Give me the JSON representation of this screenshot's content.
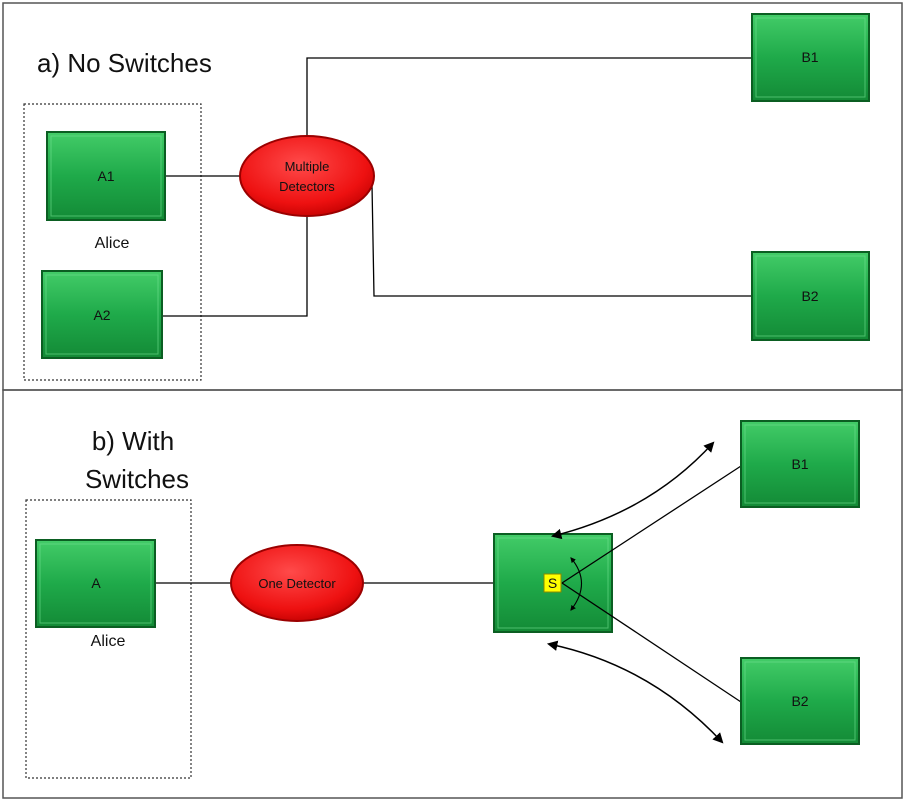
{
  "panel_a": {
    "title": "a) No Switches",
    "alice_label": "Alice",
    "boxes": {
      "a1": "A1",
      "a2": "A2",
      "b1": "B1",
      "b2": "B2"
    },
    "detector": {
      "line1": "Multiple",
      "line2": "Detectors"
    }
  },
  "panel_b": {
    "title_line1": "b) With",
    "title_line2": "Switches",
    "alice_label": "Alice",
    "boxes": {
      "a": "A",
      "b1": "B1",
      "b2": "B2"
    },
    "detector": {
      "label": "One Detector"
    },
    "switch": {
      "label": "S"
    }
  },
  "colors": {
    "box_fill": "#1faa4a",
    "box_stroke": "#0b5e22",
    "detector_fill": "#ee1111",
    "detector_stroke": "#9b0000",
    "switch_fill": "#ffff00",
    "line": "#000000"
  }
}
